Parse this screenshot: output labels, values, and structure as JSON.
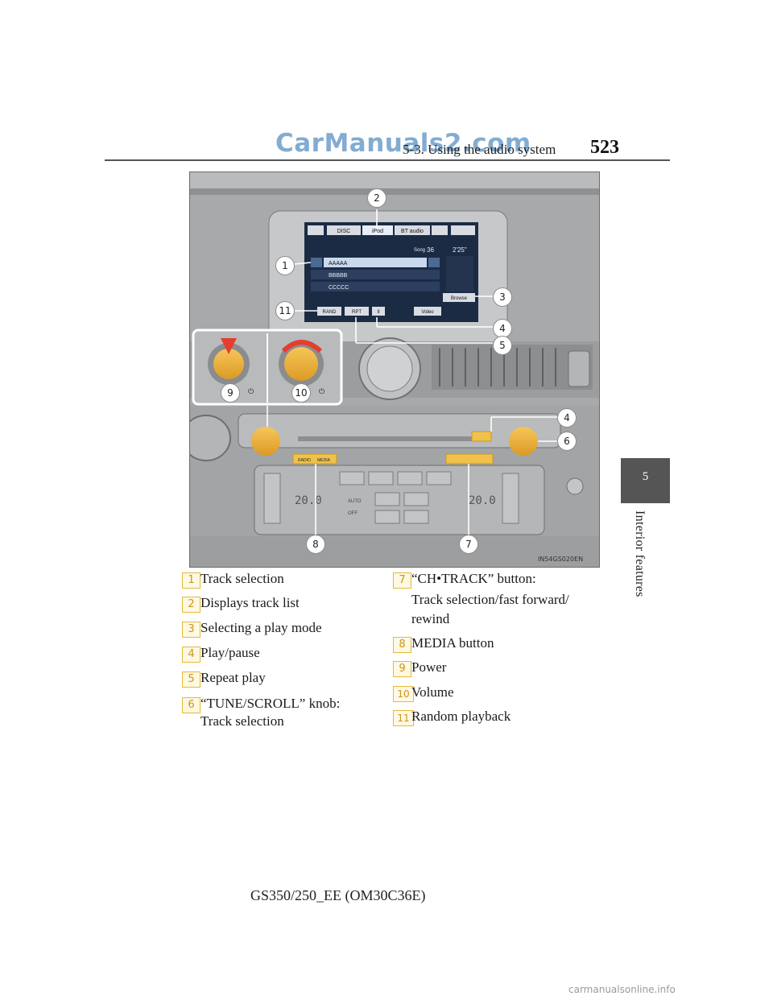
{
  "header": {
    "watermark": "CarManuals2.com",
    "section": "5-3. Using the audio system",
    "page_number": "523"
  },
  "side_tab": {
    "number": "5",
    "label": "Interior features"
  },
  "illustration": {
    "figure_code": "IN54GS020EN",
    "screen": {
      "tabs": [
        "DISC",
        "iPod",
        "BT audio"
      ],
      "song_label": "Song",
      "song_number": "36",
      "elapsed_time": "2'25\"",
      "tracks": [
        "AAAAA",
        "BBBBB",
        "CCCCC"
      ],
      "buttons": [
        "RAND",
        "RPT",
        "II",
        "Video",
        "Browse"
      ]
    },
    "panel": {
      "media_button": [
        "RADIO",
        "MEDIA"
      ],
      "temp_left": "20.0",
      "temp_right": "20.0",
      "auto_label": "AUTO",
      "off_label": "OFF"
    },
    "callouts": [
      "1",
      "2",
      "3",
      "4",
      "5",
      "6",
      "7",
      "8",
      "9",
      "10",
      "11",
      "4"
    ]
  },
  "legend": [
    {
      "number": "1",
      "text": "Track selection"
    },
    {
      "number": "2",
      "text": "Displays track list"
    },
    {
      "number": "3",
      "text": "Selecting a play mode"
    },
    {
      "number": "4",
      "text": "Play/pause"
    },
    {
      "number": "5",
      "text": "Repeat play"
    },
    {
      "number": "6",
      "text": "“TUNE/SCROLL” knob:",
      "text2": "Track selection"
    },
    {
      "number": "7",
      "text": "“CH•TRACK” button:",
      "text2": "Track  selection/fast  forward/",
      "text3": "rewind"
    },
    {
      "number": "8",
      "text": "MEDIA button"
    },
    {
      "number": "9",
      "text": "Power"
    },
    {
      "number": "10",
      "text": "Volume"
    },
    {
      "number": "11",
      "text": "Random playback"
    }
  ],
  "footer": {
    "model": "GS350/250_EE (OM30C36E)",
    "watermark": "carmanualsonline.info"
  },
  "colors": {
    "knob": "#f0b43a",
    "badge_border": "#e5b93a",
    "side_tab": "#555555",
    "screen": "#1c2b44"
  }
}
